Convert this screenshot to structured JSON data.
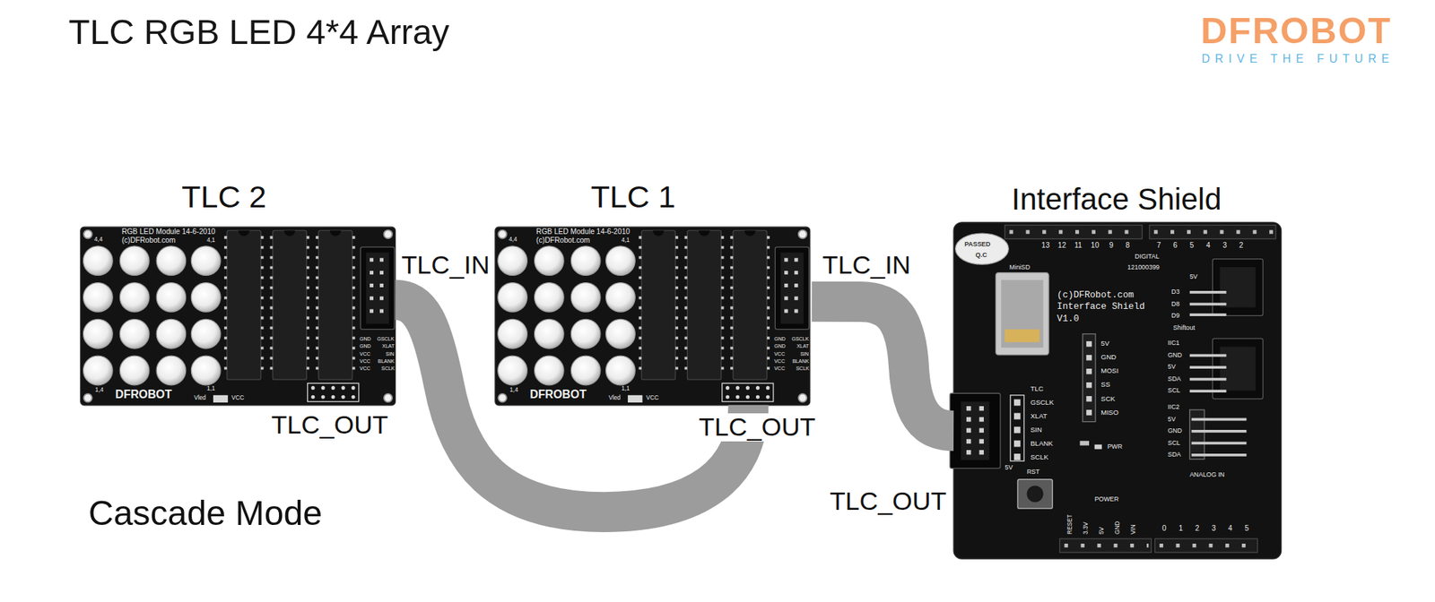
{
  "diagram": {
    "title": "TLC RGB LED 4*4 Array",
    "nodes": [
      {
        "text": [
          "TLC 2"
        ]
      },
      {
        "text": [
          "TLC 1"
        ]
      },
      {
        "text": [
          "Interface Shield"
        ]
      }
    ],
    "edges": [
      {
        "from": 2,
        "to": 1,
        "arrow": "none"
      },
      {
        "from": 1,
        "to": 0,
        "arrow": "none"
      }
    ],
    "labels": [
      "DFROBOT",
      "DRIVE THE FUTURE",
      "TLC_IN",
      "TLC_OUT",
      "TLC_IN",
      "TLC_OUT",
      "TLC_OUT",
      "Cascade Mode",
      "RGB LED Module 14-6-2010",
      "(c)DFRobot.com",
      "4,4",
      "4,1",
      "1,4",
      "1,1",
      "DFROBOT",
      "Vled",
      "VCC",
      "GND",
      "GSCLK",
      "GND",
      "XLAT",
      "VCC",
      "SIN",
      "VCC",
      "BLANK",
      "VCC",
      "SCLK",
      "RGB LED Module 14-6-2010",
      "(c)DFRobot.com",
      "4,4",
      "4,1",
      "1,4",
      "1,1",
      "DFROBOT",
      "Vled",
      "VCC",
      "GND",
      "GSCLK",
      "GND",
      "XLAT",
      "VCC",
      "SIN",
      "VCC",
      "BLANK",
      "VCC",
      "SCLK",
      "PASSED",
      "Q.C",
      "13",
      "12",
      "11",
      "10",
      "9",
      "8",
      "7",
      "6",
      "5",
      "4",
      "3",
      "2",
      "DIGITAL",
      "121000399",
      "MiniSD",
      "(c)DFRobot.com",
      "Interface Shield",
      "V1.0",
      "5V",
      "GND",
      "MOSI",
      "SS",
      "SCK",
      "MISO",
      "5V",
      "D3",
      "D8",
      "D9",
      "Shiftout",
      "IIC1",
      "GND",
      "5V",
      "SDA",
      "SCL",
      "IIC2",
      "5V",
      "GND",
      "SCL",
      "SDA",
      "ANALOG IN",
      "0",
      "1",
      "2",
      "3",
      "4",
      "5",
      "TLC",
      "GSCLK",
      "XLAT",
      "SIN",
      "BLANK",
      "SCLK",
      "5V",
      "PWR",
      "RST",
      "POWER",
      "RESET",
      "3.3V",
      "5V",
      "GND",
      "VIN"
    ]
  }
}
